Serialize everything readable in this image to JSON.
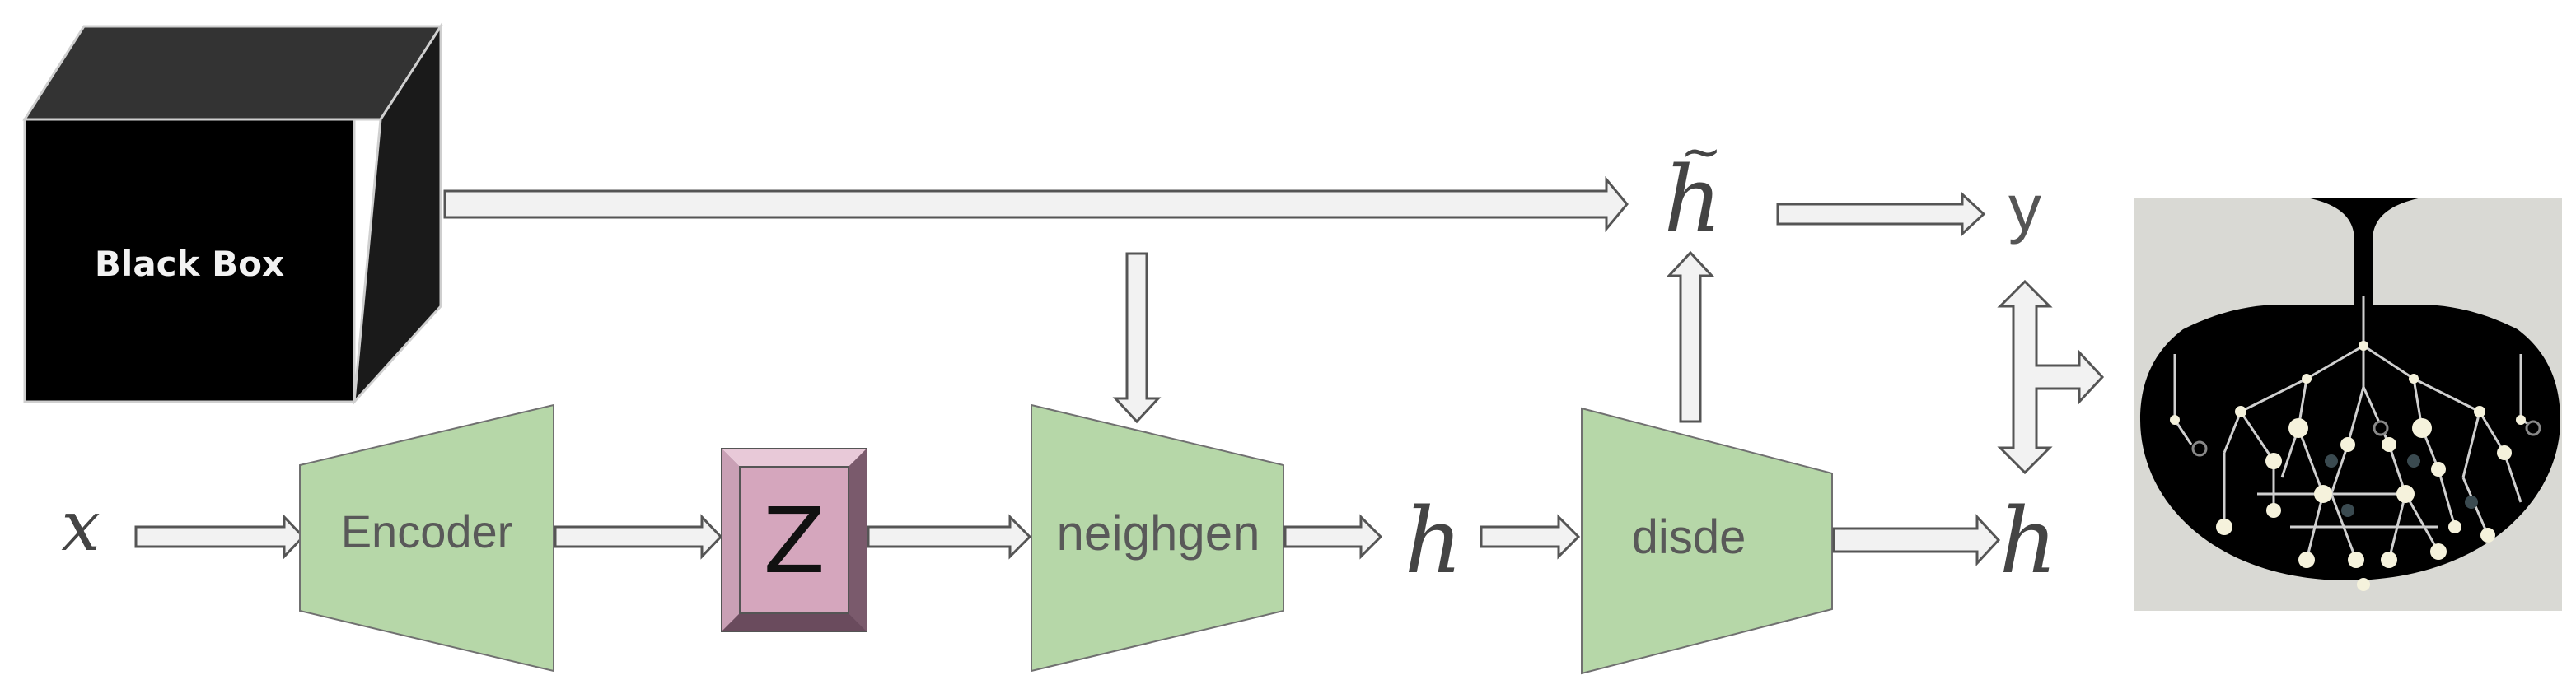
{
  "black_box": {
    "label": "Black Box"
  },
  "modules": {
    "encoder": "Encoder",
    "latent": "Z",
    "neighgen": "neighgen",
    "disde": "disde"
  },
  "symbols": {
    "input": "x",
    "h_mid": "h",
    "h_out": "h",
    "h_tilde": "h",
    "tilde": "~",
    "output": "y"
  },
  "colors": {
    "module_fill": "#b6d7a8",
    "latent_front": "#d5a6bd",
    "black_box": "#000000",
    "arrow_fill": "#f2f2f2",
    "tree_background": "#d9d9d4"
  },
  "icons": {
    "decision_tree": "decision-tree-icon"
  }
}
